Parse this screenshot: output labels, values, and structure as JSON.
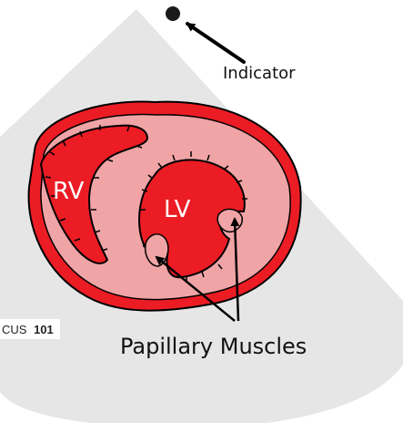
{
  "labels": {
    "indicator": "Indicator",
    "right_ventricle": "RV",
    "left_ventricle": "LV",
    "papillary_muscles": "Papillary Muscles"
  },
  "watermark": {
    "text": "CUS",
    "number": "101"
  },
  "colors": {
    "ultrasound_sector": "#e6e6e6",
    "myocardium": "#f0a4a6",
    "chamber_blood": "#ec1c24",
    "outline": "#000000",
    "background": "#ffffff"
  },
  "icons": {
    "indicator_marker": "filled-circle",
    "pointer": "arrow"
  }
}
